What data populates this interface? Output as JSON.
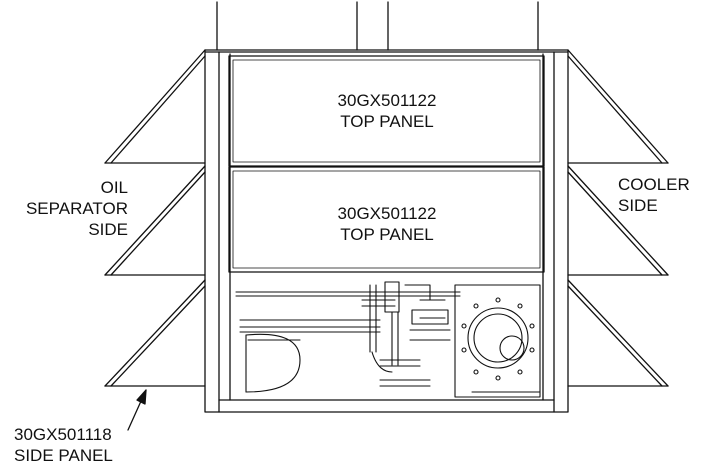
{
  "panels": {
    "upper": {
      "part_number": "30GX501122",
      "name": "TOP PANEL"
    },
    "lower": {
      "part_number": "30GX501122",
      "name": "TOP PANEL"
    }
  },
  "sides": {
    "left": {
      "line1": "OIL",
      "line2": "SEPARATOR",
      "line3": "SIDE"
    },
    "right": {
      "line1": "COOLER",
      "line2": "SIDE"
    }
  },
  "callout": {
    "part_number": "30GX501118",
    "name": "SIDE PANEL"
  },
  "colors": {
    "line": "#111111",
    "background": "#ffffff"
  }
}
